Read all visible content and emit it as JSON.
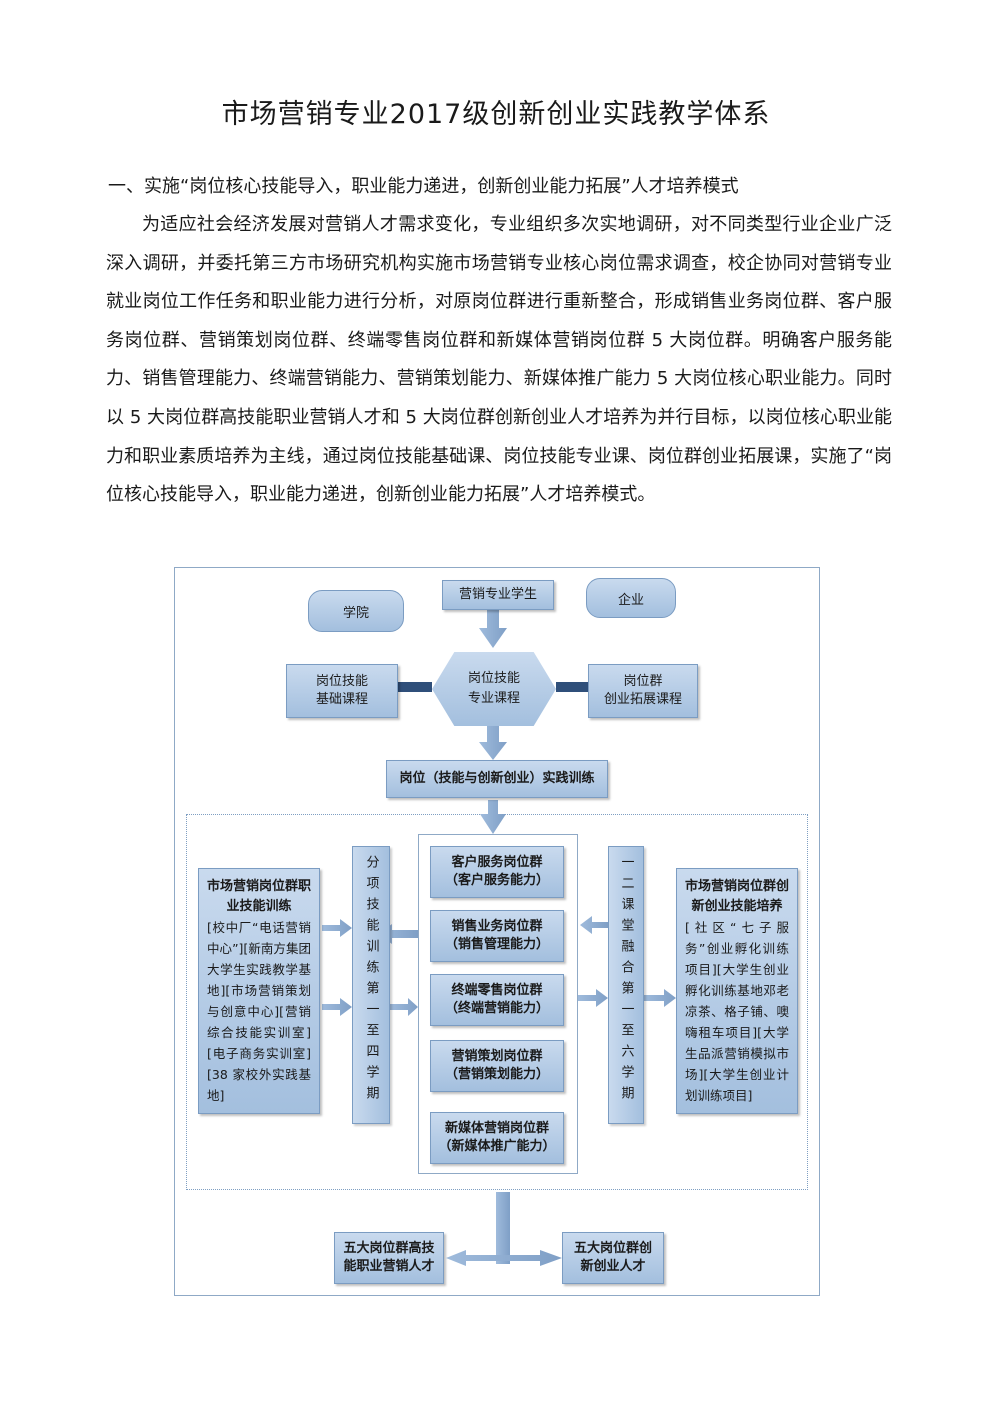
{
  "title": "市场营销专业2017级创新创业实践教学体系",
  "section_heading": "一、实施“岗位核心技能导入，职业能力递进，创新创业能力拓展”人才培养模式",
  "paragraph": "为适应社会经济发展对营销人才需求变化，专业组织多次实地调研，对不同类型行业企业广泛深入调研，并委托第三方市场研究机构实施市场营销专业核心岗位需求调查，校企协同对营销专业就业岗位工作任务和职业能力进行分析，对原岗位群进行重新整合，形成销售业务岗位群、客户服务岗位群、营销策划岗位群、终端零售岗位群和新媒体营销岗位群 5 大岗位群。明确客户服务能力、销售管理能力、终端营销能力、营销策划能力、新媒体推广能力 5 大岗位核心职业能力。同时以 5 大岗位群高技能职业营销人才和 5 大岗位群创新创业人才培养为并行目标，以岗位核心职业能力和职业素质培养为主线，通过岗位技能基础课、岗位技能专业课、岗位群创业拓展课，实施了“岗位核心技能导入，职业能力递进，创新创业能力拓展”人才培养模式。",
  "diagram": {
    "students": "营销专业学生",
    "college": "学院",
    "enterprise": "企业",
    "basic_course_1": "岗位技能",
    "basic_course_2": "基础课程",
    "pro_course_1": "岗位技能",
    "pro_course_2": "专业课程",
    "ext_course_1": "岗位群",
    "ext_course_2": "创业拓展课程",
    "training": "岗位（技能与创新创业）实践训练",
    "left_title": "市场营销岗位群职业技能训练",
    "left_body": "[校中厂“电话营销中心”][新南方集团大学生实践教学基地][市场营销策划与创意中心][营销综合技能实训室][电子商务实训室][38 家校外实践基地]",
    "left_bar": "分项技能训练第一至四学期",
    "right_bar": "一二课堂融合第一至六学期",
    "right_title": "市场营销岗位群创新创业技能培养",
    "right_body": "[社区“七子服务”创业孵化训练项目][大学生创业孵化训练基地邓老凉茶、格子铺、噢嗨租车项目][大学生品派营销模拟市场][大学生创业计划训练项目]",
    "groups": [
      {
        "name": "客户服务岗位群",
        "ability": "（客户服务能力）"
      },
      {
        "name": "销售业务岗位群",
        "ability": "（销售管理能力）"
      },
      {
        "name": "终端零售岗位群",
        "ability": "（终端营销能力）"
      },
      {
        "name": "营销策划岗位群",
        "ability": "（营销策划能力）"
      },
      {
        "name": "新媒体营销岗位群",
        "ability": "（新媒体推广能力）"
      }
    ],
    "outcome_1a": "五大岗位群高技",
    "outcome_1b": "能职业营销人才",
    "outcome_2a": "五大岗位群创",
    "outcome_2b": "新创业人才"
  }
}
